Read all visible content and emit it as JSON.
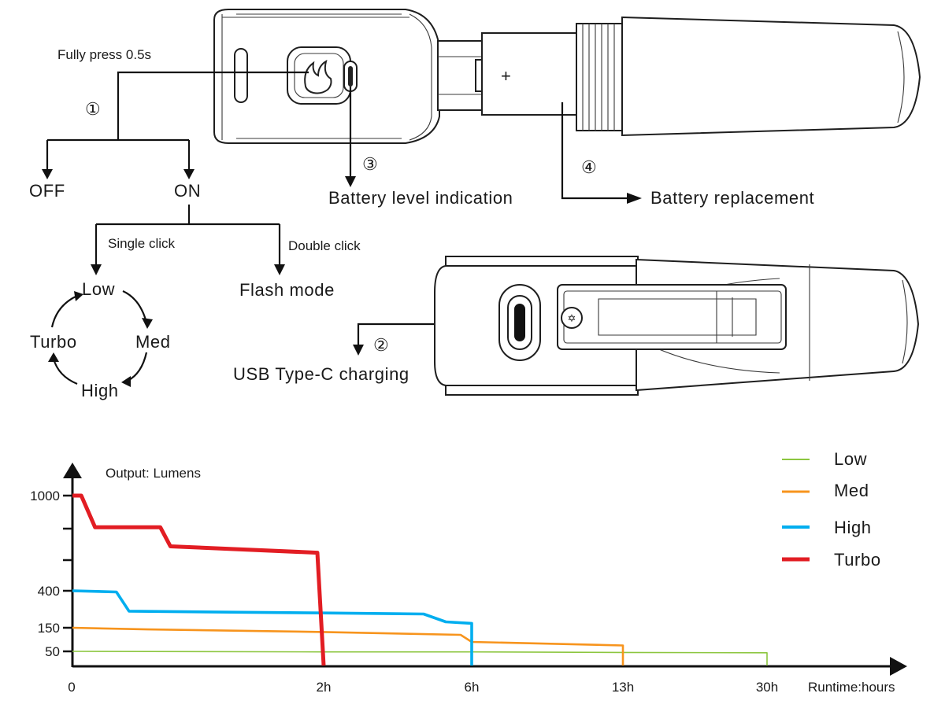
{
  "controls": {
    "press_label": "Fully press 0.5s",
    "step1": "①",
    "step2": "②",
    "step3": "③",
    "step4": "④",
    "off": "OFF",
    "on": "ON",
    "single_click": "Single click",
    "double_click": "Double click",
    "flash_mode": "Flash mode",
    "cycle": [
      "Low",
      "Med",
      "High",
      "Turbo"
    ],
    "battery_level": "Battery level indication",
    "battery_replacement": "Battery replacement",
    "usb_charging": "USB Type-C charging",
    "plus_sign": "+"
  },
  "chart_data": {
    "type": "line",
    "title": "Output: Lumens",
    "xlabel": "Runtime:hours",
    "ylabel": "Output: Lumens",
    "x_tick_labels": [
      "0",
      "2h",
      "6h",
      "13h",
      "30h"
    ],
    "y_tick_labels": [
      "50",
      "150",
      "400",
      "1000"
    ],
    "legend_position": "top-right",
    "legend": [
      "Low",
      "Med",
      "High",
      "Turbo"
    ],
    "series": [
      {
        "name": "Low",
        "color": "#8cc63f",
        "points": [
          [
            0,
            50
          ],
          [
            2,
            48
          ],
          [
            6,
            48
          ],
          [
            13,
            46
          ],
          [
            30,
            45
          ],
          [
            30,
            0
          ]
        ]
      },
      {
        "name": "Med",
        "color": "#f7941d",
        "points": [
          [
            0,
            150
          ],
          [
            0.6,
            143
          ],
          [
            2,
            132
          ],
          [
            5.7,
            120
          ],
          [
            6,
            90
          ],
          [
            13,
            75
          ],
          [
            13,
            0
          ]
        ]
      },
      {
        "name": "High",
        "color": "#00aeef",
        "points": [
          [
            0,
            400
          ],
          [
            0.35,
            392
          ],
          [
            0.45,
            262
          ],
          [
            1.35,
            255
          ],
          [
            2,
            250
          ],
          [
            4.7,
            243
          ],
          [
            5.3,
            190
          ],
          [
            6,
            180
          ],
          [
            6,
            0
          ]
        ]
      },
      {
        "name": "Turbo",
        "color": "#e21d23",
        "points": [
          [
            0,
            1000
          ],
          [
            0.07,
            1000
          ],
          [
            0.18,
            800
          ],
          [
            0.7,
            800
          ],
          [
            0.78,
            680
          ],
          [
            1.95,
            640
          ],
          [
            2,
            0
          ]
        ]
      }
    ]
  }
}
